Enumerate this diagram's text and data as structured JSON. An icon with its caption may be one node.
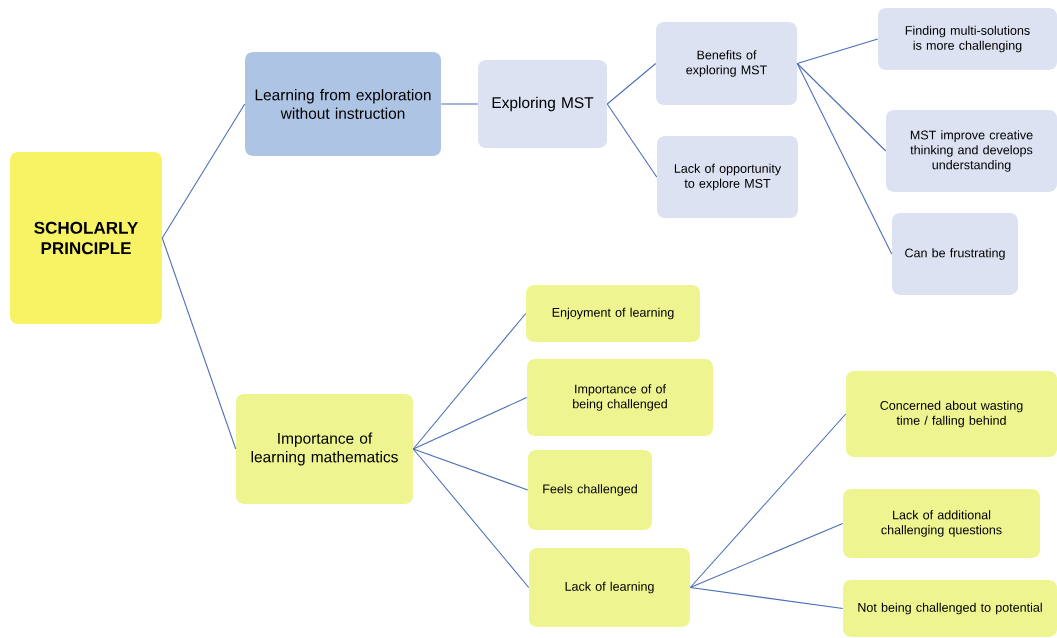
{
  "diagram": {
    "nodes": [
      {
        "text": [
          "SCHOLARLY PRINCIPLE"
        ]
      },
      {
        "text": [
          "Learning from exploration without instruction"
        ]
      },
      {
        "text": [
          "Exploring MST"
        ]
      },
      {
        "text": [
          "Benefits of exploring MST"
        ]
      },
      {
        "text": [
          "Lack of opportunity to explore MST"
        ]
      },
      {
        "text": [
          "Finding multi-solutions is more challenging"
        ]
      },
      {
        "text": [
          "MST improve creative thinking and develops understanding"
        ]
      },
      {
        "text": [
          "Can be frustrating"
        ]
      },
      {
        "text": [
          "Importance of learning mathematics"
        ]
      },
      {
        "text": [
          "Enjoyment of learning"
        ]
      },
      {
        "text": [
          "Importance of of being challenged"
        ]
      },
      {
        "text": [
          "Feels challenged"
        ]
      },
      {
        "text": [
          "Lack of learning"
        ]
      },
      {
        "text": [
          "Concerned about wasting time / falling behind"
        ]
      },
      {
        "text": [
          "Lack of additional challenging questions"
        ]
      },
      {
        "text": [
          "Not being challenged to potential"
        ]
      }
    ],
    "edges": [
      {
        "from": 0,
        "to": 1,
        "arrow": "none"
      },
      {
        "from": 0,
        "to": 8,
        "arrow": "none"
      },
      {
        "from": 1,
        "to": 2,
        "arrow": "none"
      },
      {
        "from": 2,
        "to": 3,
        "arrow": "none"
      },
      {
        "from": 2,
        "to": 4,
        "arrow": "none"
      },
      {
        "from": 3,
        "to": 5,
        "arrow": "none"
      },
      {
        "from": 3,
        "to": 6,
        "arrow": "none"
      },
      {
        "from": 3,
        "to": 7,
        "arrow": "none"
      },
      {
        "from": 8,
        "to": 9,
        "arrow": "none"
      },
      {
        "from": 8,
        "to": 10,
        "arrow": "none"
      },
      {
        "from": 8,
        "to": 11,
        "arrow": "none"
      },
      {
        "from": 8,
        "to": 12,
        "arrow": "none"
      },
      {
        "from": 12,
        "to": 13,
        "arrow": "none"
      },
      {
        "from": 12,
        "to": 14,
        "arrow": "none"
      },
      {
        "from": 12,
        "to": 15,
        "arrow": "none"
      }
    ]
  }
}
